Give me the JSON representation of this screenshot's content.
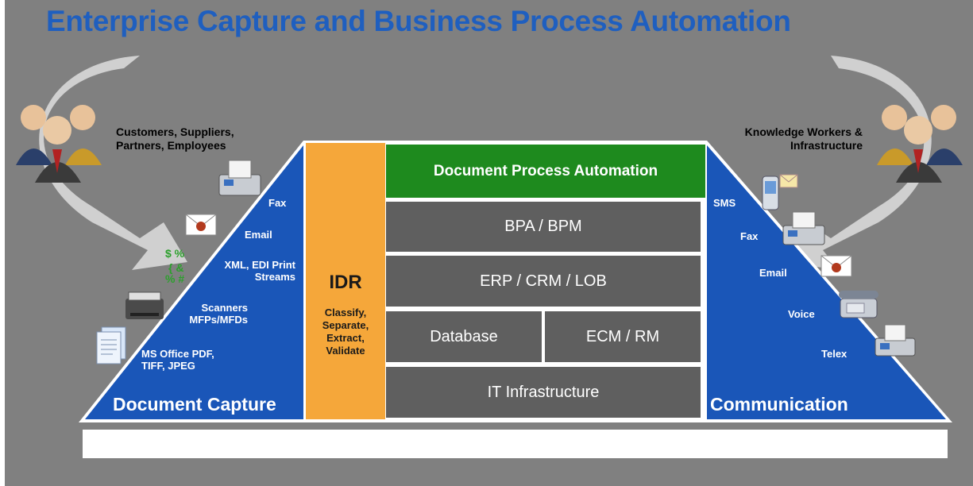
{
  "title": "Enterprise Capture and Business Process Automation",
  "left_group": {
    "people_label": "Customers, Suppliers, Partners, Employees",
    "channels": [
      "Fax",
      "Email",
      "XML, EDI Print Streams",
      "Scanners MFPs/MFDs",
      "MS Office PDF, TIFF, JPEG"
    ],
    "section_label": "Document Capture"
  },
  "idr": {
    "title": "IDR",
    "steps": "Classify, Separate, Extract, Validate"
  },
  "stack": {
    "top": "Document  Process Automation",
    "layer1": "BPA / BPM",
    "layer2": "ERP / CRM / LOB",
    "layer3_left": "Database",
    "layer3_right": "ECM  / RM",
    "layer4": "IT Infrastructure"
  },
  "right_group": {
    "people_label": "Knowledge Workers & Infrastructure",
    "channels": [
      "SMS",
      "Fax",
      "Email",
      "Voice",
      "Telex"
    ],
    "section_label": "Communication"
  },
  "colors": {
    "background": "#808080",
    "title": "#1f5fbf",
    "trapezoid_blue": "#1a56b8",
    "idr_orange": "#f5a73a",
    "green": "#1e8a1e",
    "layer_grey": "#5f5f5f"
  },
  "icons": [
    "people-group-icon",
    "fax-icon",
    "envelope-icon",
    "edi-stream-icon",
    "scanner-icon",
    "document-icon",
    "mobile-phone-icon",
    "telephone-icon",
    "curved-arrow-icon"
  ]
}
